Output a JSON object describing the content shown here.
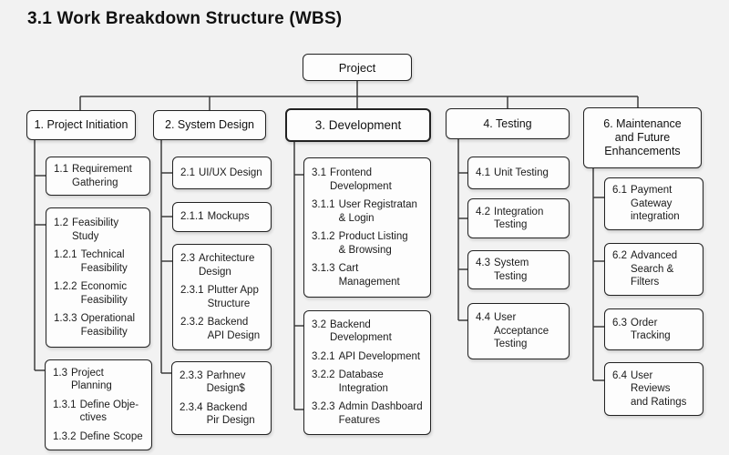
{
  "page": {
    "title": "3.1 Work Breakdown Structure (WBS)"
  },
  "colors": {
    "background": "#f2f2f2",
    "box_fill": "#fdfdfd",
    "box_border": "#222222",
    "connector": "#3c3c3c",
    "text": "#1b1b1b"
  },
  "root": {
    "label": "Project"
  },
  "columns": [
    {
      "header": "1. Project Initiation",
      "children": [
        {
          "entries": [
            {
              "num": "1.1",
              "label": "Requirement\nGathering"
            }
          ]
        },
        {
          "entries": [
            {
              "num": "1.2",
              "label": "Feasibility\nStudy"
            },
            {
              "num": "1.2.1",
              "label": "Technical\nFeasibility"
            },
            {
              "num": "1.2.2",
              "label": "Economic\nFeasibility"
            },
            {
              "num": "1.3.3",
              "label": "Operational\nFeasibility"
            }
          ]
        },
        {
          "entries": [
            {
              "num": "1.3",
              "label": "Project\nPlanning"
            },
            {
              "num": "1.3.1",
              "label": "Define Obje-\nctives"
            },
            {
              "num": "1.3.2",
              "label": "Define Scope"
            }
          ]
        }
      ]
    },
    {
      "header": "2. System Design",
      "children": [
        {
          "entries": [
            {
              "num": "2.1",
              "label": "UI/UX Design"
            }
          ]
        },
        {
          "entries": [
            {
              "num": "2.1.1",
              "label": "Mockups"
            }
          ]
        },
        {
          "entries": [
            {
              "num": "2.3",
              "label": "Architecture\nDesign"
            },
            {
              "num": "2.3.1",
              "label": "Plutter App\nStructure"
            },
            {
              "num": "2.3.2",
              "label": "Backend\nAPI Design"
            }
          ]
        },
        {
          "entries": [
            {
              "num": "2.3.3",
              "label": "Parhnev\nDesign$"
            },
            {
              "num": "2.3.4",
              "label": "Backend\nPir Design"
            }
          ]
        }
      ]
    },
    {
      "header": "3. Development",
      "children": [
        {
          "entries": [
            {
              "num": "3.1",
              "label": "Frontend\nDevelopment"
            },
            {
              "num": "3.1.1",
              "label": "User Registratan\n& Login"
            },
            {
              "num": "3.1.2",
              "label": "Product Listing\n& Browsing"
            },
            {
              "num": "3.1.3",
              "label": "Cart\nManagement"
            }
          ]
        },
        {
          "entries": [
            {
              "num": "3.2",
              "label": "Backend\nDevelopment"
            },
            {
              "num": "3.2.1",
              "label": "API Development"
            },
            {
              "num": "3.2.2",
              "label": "Database\nIntegration"
            },
            {
              "num": "3.2.3",
              "label": "Admin Dashboard\nFeatures"
            }
          ]
        }
      ]
    },
    {
      "header": "4. Testing",
      "children": [
        {
          "entries": [
            {
              "num": "4.1",
              "label": "Unit Testing"
            }
          ]
        },
        {
          "entries": [
            {
              "num": "4.2",
              "label": "Integration\nTesting"
            }
          ]
        },
        {
          "entries": [
            {
              "num": "4.3",
              "label": "System\nTesting"
            }
          ]
        },
        {
          "entries": [
            {
              "num": "4.4",
              "label": "User\nAcceptance\nTesting"
            }
          ]
        }
      ]
    },
    {
      "header": "6. Maintenance\nand Future\nEnhancements",
      "children": [
        {
          "entries": [
            {
              "num": "6.1",
              "label": "Payment\nGateway\nintegration"
            }
          ]
        },
        {
          "entries": [
            {
              "num": "6.2",
              "label": "Advanced\nSearch &\nFilters"
            }
          ]
        },
        {
          "entries": [
            {
              "num": "6.3",
              "label": "Order\nTracking"
            }
          ]
        },
        {
          "entries": [
            {
              "num": "6.4",
              "label": "User\nReviews\nand Ratings"
            }
          ]
        }
      ]
    }
  ]
}
